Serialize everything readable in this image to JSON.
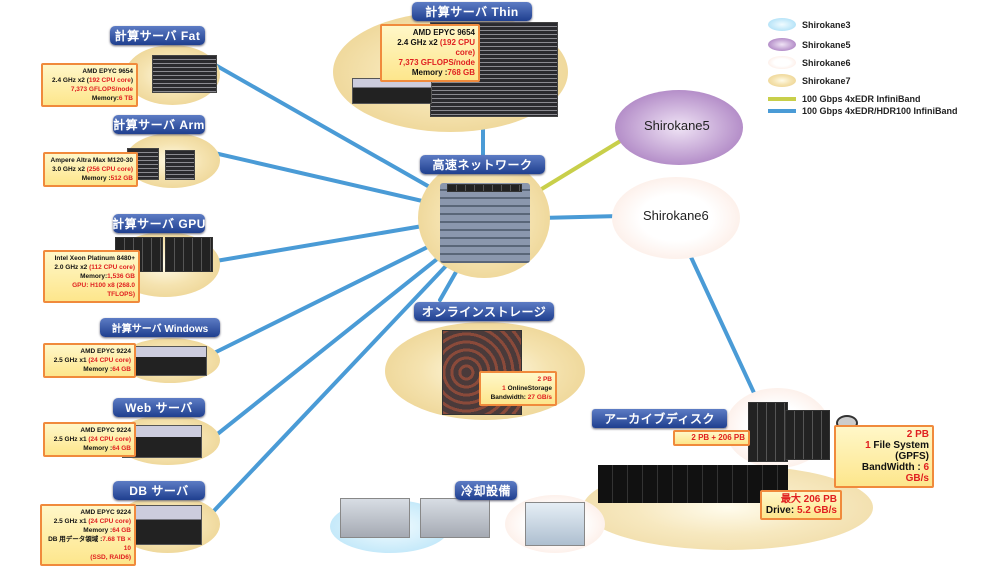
{
  "colors": {
    "link_yellow": "#c8cf4a",
    "link_blue": "#4a9bd6",
    "title_bg": "#2a4a9a",
    "highlight": "#e02020"
  },
  "legend": [
    {
      "label": "Shirokane3",
      "swatch": "blue"
    },
    {
      "label": "Shirokane5",
      "swatch": "purple"
    },
    {
      "label": "Shirokane6",
      "swatch": "pink"
    },
    {
      "label": "Shirokane7",
      "swatch": "gold"
    },
    {
      "label": "100 Gbps 4xEDR InfiniBand",
      "line": "#c8cf4a"
    },
    {
      "label": "100 Gbps 4xEDR/HDR100 InfiniBand",
      "line": "#4a9bd6"
    }
  ],
  "nodes": {
    "shirokane5": "Shirokane5",
    "shirokane6": "Shirokane6"
  },
  "network": {
    "title": "高速ネットワーク"
  },
  "thin": {
    "title": "計算サーバ Thin",
    "lines": [
      [
        "AMD EPYC 9654",
        "",
        ""
      ],
      [
        "2.4 GHz x2 ",
        "(192 CPU core)",
        ""
      ],
      [
        "",
        "7,373 GFLOPS/node",
        ""
      ],
      [
        "Memory :",
        "768 GB",
        ""
      ]
    ]
  },
  "fat": {
    "title": "計算サーバ Fat",
    "lines": [
      [
        "AMD EPYC 9654",
        "",
        ""
      ],
      [
        "2.4 GHz x2 (",
        "192 CPU core",
        ")"
      ],
      [
        "",
        "7,373 GFLOPS/node",
        ""
      ],
      [
        "Memory:",
        "6 TB",
        ""
      ]
    ]
  },
  "arm": {
    "title": "計算サーバ Arm",
    "lines": [
      [
        "Ampere Altra Max M120-30",
        "",
        ""
      ],
      [
        "3.0 GHz x2 ",
        "(256 CPU core)",
        ""
      ],
      [
        "Memory :",
        "512 GB",
        ""
      ]
    ]
  },
  "gpu": {
    "title": "計算サーバ GPU",
    "lines": [
      [
        "Intel Xeon Platinum 8480+",
        "",
        ""
      ],
      [
        "2.0 GHz x2 ",
        "(112 CPU core)",
        ""
      ],
      [
        "Memory:",
        "1,536 GB",
        ""
      ],
      [
        "",
        "GPU: H100 x8 (268.0 TFLOPS)",
        ""
      ]
    ]
  },
  "windows": {
    "title": "計算サーバ Windows",
    "lines": [
      [
        "AMD EPYC 9224",
        "",
        ""
      ],
      [
        "2.5 GHz x1 ",
        "(24 CPU core)",
        ""
      ],
      [
        "Memory :",
        "64 GB",
        ""
      ]
    ]
  },
  "web": {
    "title": "Web サーバ",
    "lines": [
      [
        "AMD EPYC 9224",
        "",
        ""
      ],
      [
        "2.5 GHz x1 ",
        "(24 CPU core)",
        ""
      ],
      [
        "Memory :",
        "64 GB",
        ""
      ]
    ]
  },
  "db": {
    "title": "DB サーバ",
    "lines": [
      [
        "AMD EPYC 9224",
        "",
        ""
      ],
      [
        "2.5 GHz x1 ",
        "(24 CPU core)",
        ""
      ],
      [
        "Memory :",
        "64 GB",
        ""
      ],
      [
        "DB 用データ領域 :",
        "7.68 TB × 10",
        ""
      ],
      [
        "",
        "(SSD, RAID6)",
        ""
      ]
    ]
  },
  "storage": {
    "title": "オンラインストレージ",
    "lines": [
      [
        "",
        "2 PB",
        ""
      ],
      [
        "",
        "1",
        " OnlineStorage"
      ],
      [
        "Bandwidth: ",
        "27 GB/s",
        ""
      ]
    ]
  },
  "archive": {
    "title": "アーカイブディスク",
    "total": "2 PB + 206 PB",
    "disk": {
      "lines": [
        [
          "",
          "2 PB",
          ""
        ],
        [
          "",
          "1",
          " File System (GPFS)"
        ],
        [
          "BandWidth :  ",
          "6 GB/s",
          ""
        ]
      ]
    },
    "tape": {
      "lines": [
        [
          "",
          "最大 206 PB",
          ""
        ],
        [
          "Drive: ",
          "5.2 GB/s",
          ""
        ]
      ]
    }
  },
  "cooling": {
    "title": "冷却設備"
  }
}
